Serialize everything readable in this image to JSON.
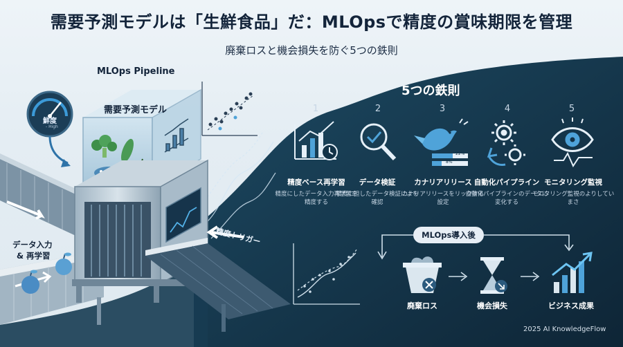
{
  "header": {
    "title": "需要予測モデルは「生鮮食品」だ：MLOpsで精度の賞味期限を管理",
    "subtitle": "廃棄ロスと機会損失を防ぐ5つの鉄則"
  },
  "illustration": {
    "pipeline_label": "MLOps Pipeline",
    "model_label": "需要予測モデル",
    "gauge_label": "鮮度",
    "gauge_sub": "- High",
    "data_input_line1": "データ入力",
    "data_input_line2": "& 再学習",
    "trigger_label": "精度トリガー"
  },
  "rules": {
    "title": "5つの鉄則",
    "items": [
      {
        "num": "1",
        "title": "精度ベース再学習",
        "desc": "精度にしたデータ入力再学習を精度する",
        "icon": "chart-clock-icon"
      },
      {
        "num": "2",
        "title": "データ検証",
        "desc": "精度に担したデータ検証によを確認",
        "icon": "magnifier-check-icon"
      },
      {
        "num": "3",
        "title": "カナリアリリース",
        "desc": "カナリアリリースをリックする設定",
        "icon": "canary-bird-icon",
        "bar1": "22%",
        "bar2": "8%"
      },
      {
        "num": "4",
        "title": "自動化パイプライン",
        "desc": "自動化パイプラインのデータに変化する",
        "icon": "gears-icon"
      },
      {
        "num": "5",
        "title": "モニタリング監視",
        "desc": "モニタリング監視のよりしていまさ",
        "icon": "eye-monitor-icon"
      }
    ]
  },
  "after": {
    "badge": "MLOps導入後",
    "outcomes": [
      {
        "label": "廃棄ロス",
        "icon": "waste-bin-icon"
      },
      {
        "label": "機会損失",
        "icon": "hourglass-icon"
      },
      {
        "label": "ビジネス成果",
        "icon": "growth-chart-icon"
      }
    ]
  },
  "footer": {
    "text": "2025 AI KnowledgeFlow"
  },
  "colors": {
    "dark_bg": "#123247",
    "accent": "#4fa3d9",
    "title": "#13243a"
  }
}
